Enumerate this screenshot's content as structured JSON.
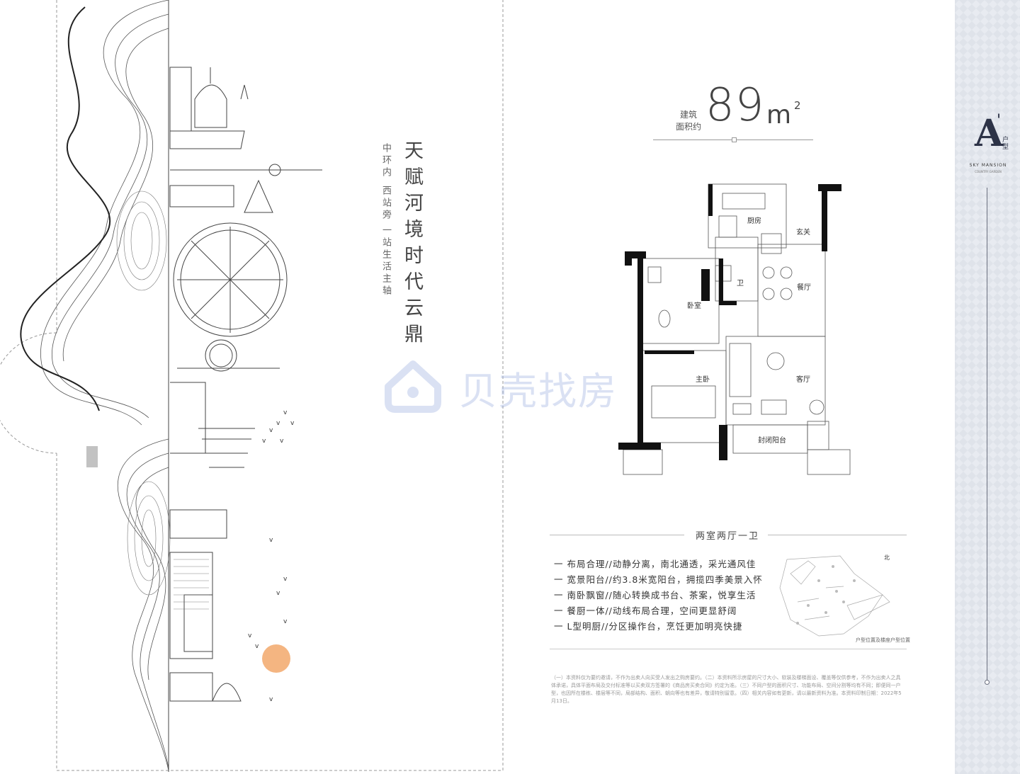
{
  "left": {
    "headline_1": "天赋河境",
    "headline_2": "时代云鼎",
    "subline_1": "中环内",
    "subline_2": "西站旁",
    "subline_3": "一站生活主轴"
  },
  "area": {
    "label_line1": "建筑",
    "label_line2": "面积约",
    "number": "89",
    "unit": "m",
    "superscript": "2"
  },
  "rooms": {
    "kitchen": "厨房",
    "entry": "玄关",
    "bath": "卫",
    "dining": "餐厅",
    "bedroom": "卧室",
    "master": "主卧",
    "living": "客厅",
    "balcony": "封闭阳台"
  },
  "watermark": "贝壳找房",
  "layout_type": "两室两厅一卫",
  "features": [
    "一 布局合理//动静分离，南北通透，采光通风佳",
    "一 宽景阳台//约3.8米宽阳台，拥揽四季美景入怀",
    "一 南卧飘窗//随心转换成书台、茶案，悦享生活",
    "一 餐厨一体//动线布局合理，空间更显舒阔",
    "一 L型明厨//分区操作台，烹饪更加明亮快捷"
  ],
  "sitemap": {
    "north": "北",
    "caption": "户型位置及楼座户型位置"
  },
  "disclaimer": "（一）本资料仅为要约邀请，不作为出卖人向买受人发出之购房要约。（二）本资料所示房屋的尺寸大小、软装及楼梯面设、覆盖等仅供参考，不作为出卖人之具体承诺，具体平面布局及交付标准等以买卖双方签署的《商品房买卖合同》约定为准。（三）不同户型的面积尺寸、功能布局、空间分割等均有不同；即便同一户型，也因所在楼栋、楼层等不同，局部结构、面积、朝向等也有差异，敬请特别留意。（四）相关内容如有更新，请以最新资料为准。本资料印制日期：2022年5月13日。",
  "right_strip": {
    "type_letter": "A",
    "type_prime": "'",
    "type_suffix": "户型",
    "brand": "SKY MANSION",
    "brand_sub": "COUNTRY GARDEN"
  },
  "colors": {
    "ink": "#333333",
    "strip": "#dfe3ea",
    "type_accent": "#2d3347",
    "watermark": "#96aadc",
    "sun": "#f2a86b"
  }
}
